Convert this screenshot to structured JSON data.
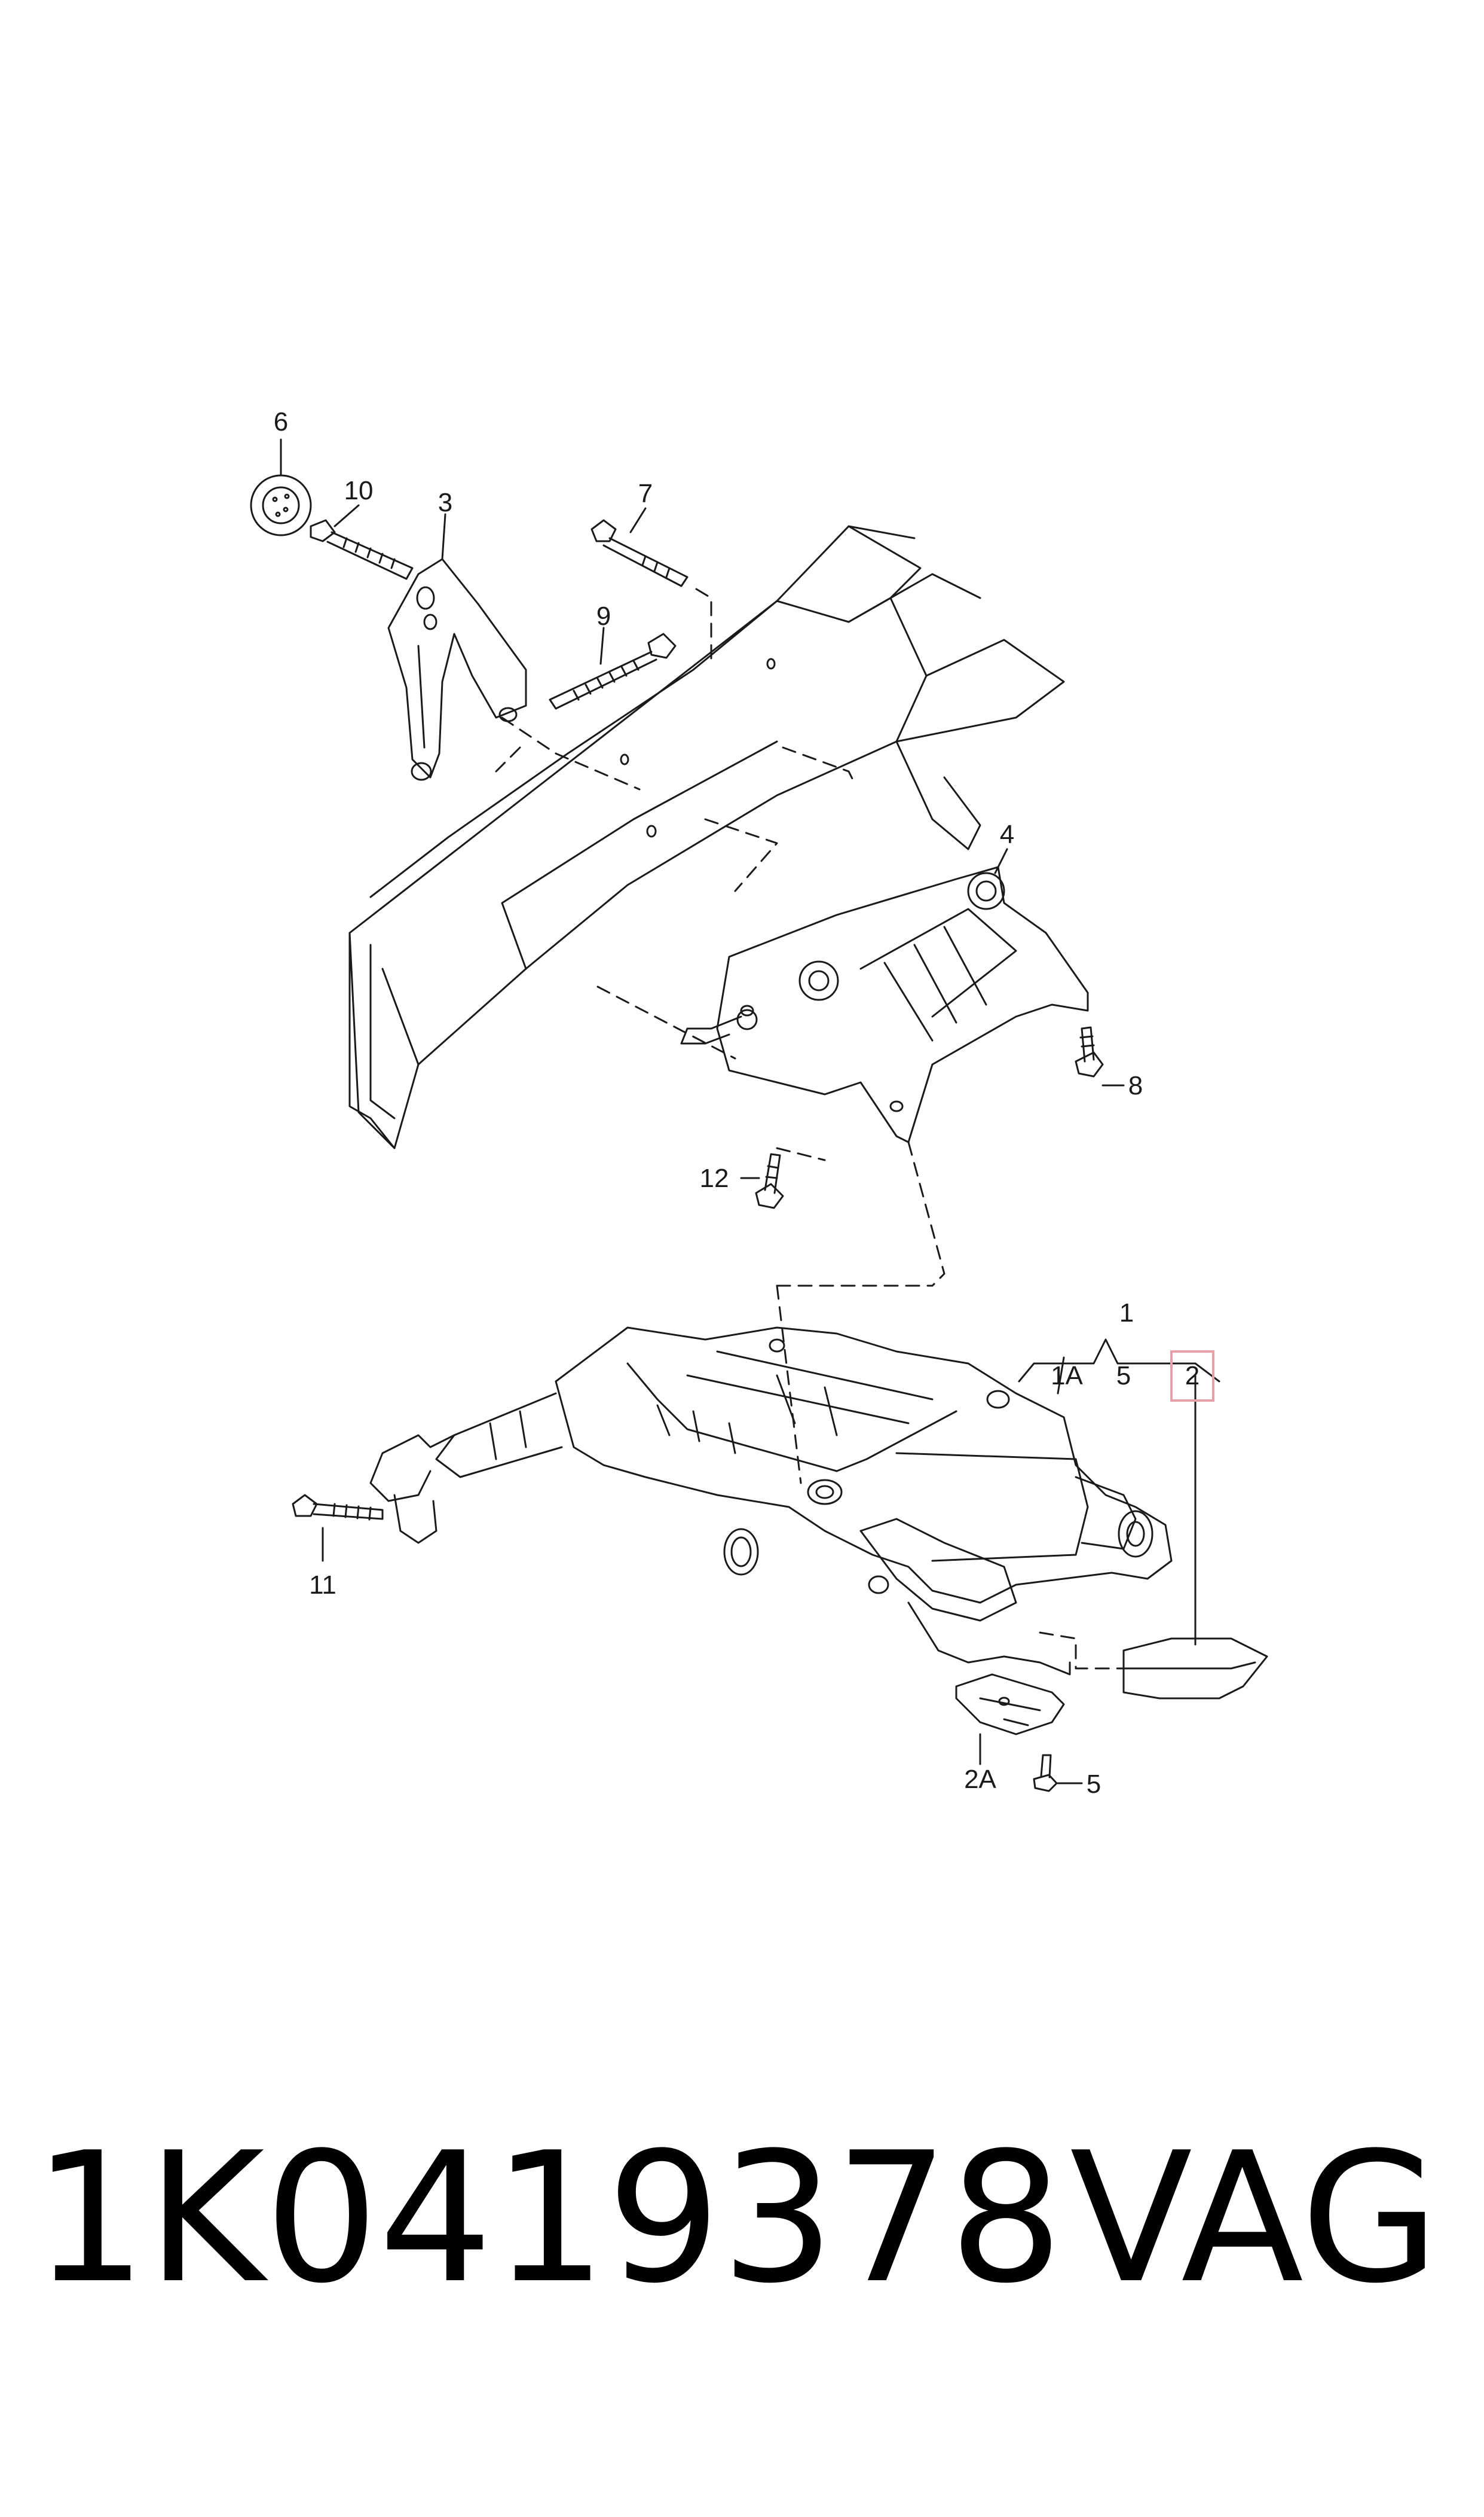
{
  "diagram": {
    "callouts": {
      "c1": "1",
      "c1A": "1A",
      "c2": "2",
      "c2A": "2A",
      "c3": "3",
      "c4": "4",
      "c5_top": "5",
      "c5_bottom": "5",
      "c6": "6",
      "c7": "7",
      "c8": "8",
      "c9": "9",
      "c10": "10",
      "c11": "11",
      "c12": "12"
    },
    "highlight_color": "#e8a0a8",
    "line_color": "#1a1a1a"
  },
  "footer": {
    "part_number": "1K0419378",
    "brand": "VAG"
  }
}
